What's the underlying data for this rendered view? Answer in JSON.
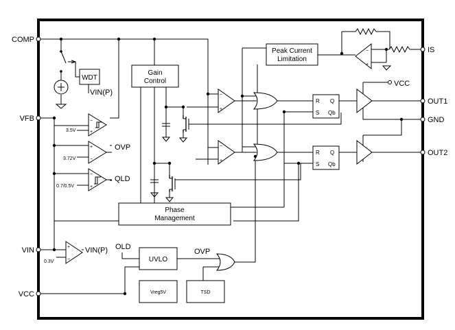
{
  "pins": {
    "comp": "COMP",
    "is": "IS",
    "vfb": "VFB",
    "out1": "OUT1",
    "gnd": "GND",
    "out2": "OUT2",
    "vin": "VIN",
    "vcc": "VCC"
  },
  "blocks": {
    "wdt": "WDT",
    "gain_line1": "Gain",
    "gain_line2": "Control",
    "peak_line1": "Peak Current",
    "peak_line2": "Limitation",
    "phase_line1": "Phase",
    "phase_line2": "Management",
    "uvlo": "UVLO",
    "vreg": "Vreg5V",
    "tsd": "TSD"
  },
  "signals": {
    "vinp_wdt": "VIN(P)",
    "vinp_cmp": "VIN(P)",
    "ovp_cmp": "OVP",
    "qld_cmp": "QLD",
    "old_in": "OLD",
    "ovp_in": "OVP",
    "vcc_top": "VCC"
  },
  "references": {
    "r35": "3.5V",
    "r372": "3.72V",
    "r0705": "0.7/0.5V",
    "r03": "0.3V"
  },
  "flipflop1": {
    "r": "R",
    "s": "S",
    "q": "Q",
    "qb": "Qb"
  },
  "flipflop2": {
    "r": "R",
    "s": "S",
    "q": "Q",
    "qb": "Qb"
  },
  "opamp": {
    "minus": "−",
    "plus": "+"
  }
}
